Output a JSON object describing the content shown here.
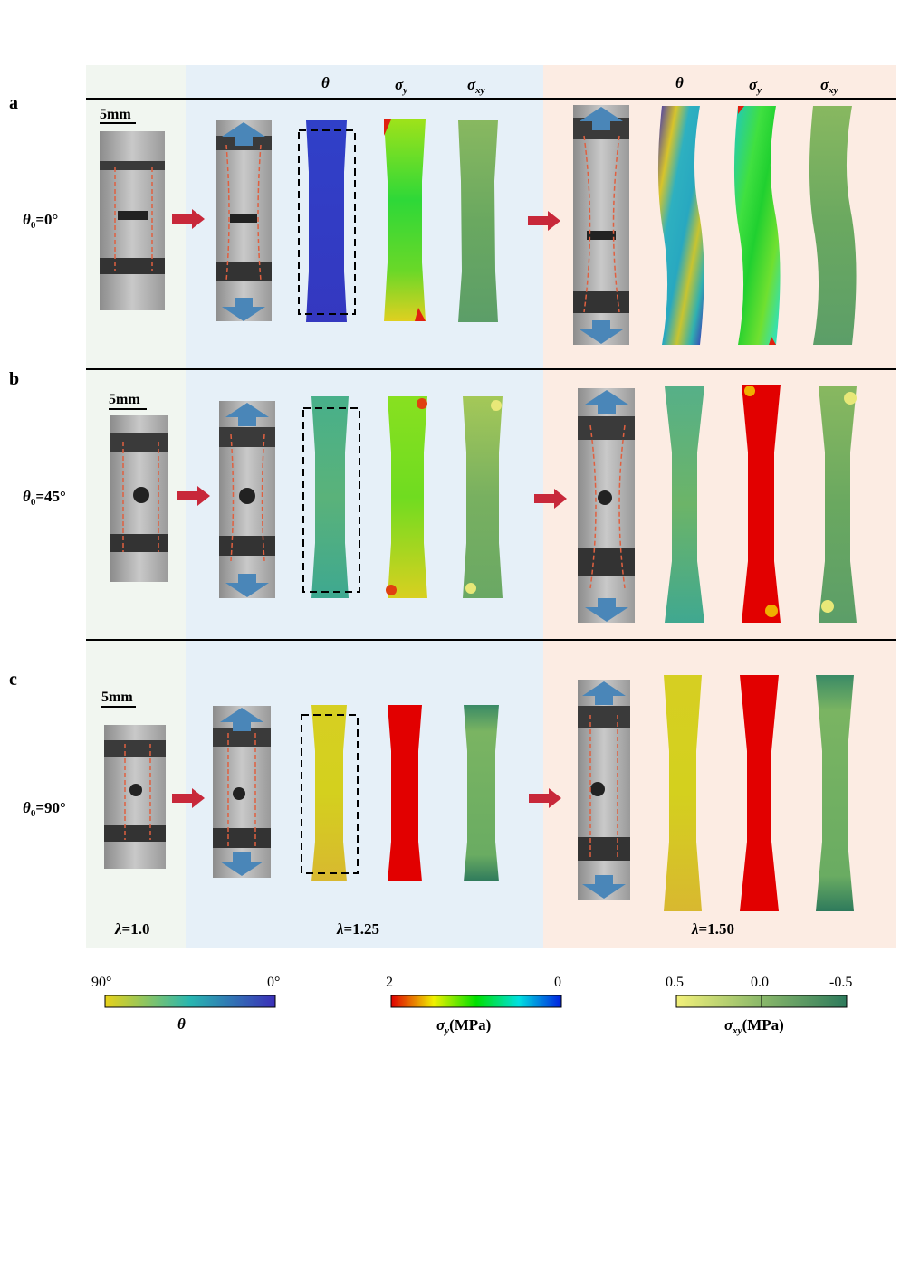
{
  "figure": {
    "panels": [
      {
        "letter": "a",
        "label_var": "θ",
        "label_sub": "0",
        "label_val": "=0°"
      },
      {
        "letter": "b",
        "label_var": "θ",
        "label_sub": "0",
        "label_val": "=45°"
      },
      {
        "letter": "c",
        "label_var": "θ",
        "label_sub": "0",
        "label_val": "=90°"
      }
    ],
    "scale_bar": "5mm",
    "column_headers": {
      "theta": "θ",
      "sigma_y_sym": "σ",
      "sigma_y_sub": "y",
      "sigma_xy_sym": "σ",
      "sigma_xy_sub": "xy"
    },
    "stretch": {
      "s1_var": "λ",
      "s1_val": "=1.0",
      "s2_var": "λ",
      "s2_val": "=1.25",
      "s3_var": "λ",
      "s3_val": "=1.50"
    },
    "colorbars": {
      "theta": {
        "left": "90°",
        "right": "0°",
        "label": "θ",
        "colors": [
          "#e8d21a",
          "#28b6b0",
          "#3b2fb8"
        ]
      },
      "sigma_y": {
        "left": "2",
        "right": "0",
        "label_sym": "σ",
        "label_sub": "y",
        "label_unit": "(MPa)",
        "colors": [
          "#e00000",
          "#f0f000",
          "#00e000",
          "#00e0e0",
          "#0020e0"
        ]
      },
      "sigma_xy": {
        "left": "0.5",
        "mid": "0.0",
        "right": "-0.5",
        "label_sym": "σ",
        "label_sub": "xy",
        "label_unit": "(MPa)",
        "colors": [
          "#f2f07a",
          "#8ab86a",
          "#2e7a5c"
        ]
      }
    },
    "region_colors": {
      "undeformed": "#f1f6f0",
      "stretch_125": "#e6f0f8",
      "stretch_150": "#fcece3"
    },
    "arrow_color": "#c8283a",
    "grip_arrow_color": "#4a86b8"
  }
}
